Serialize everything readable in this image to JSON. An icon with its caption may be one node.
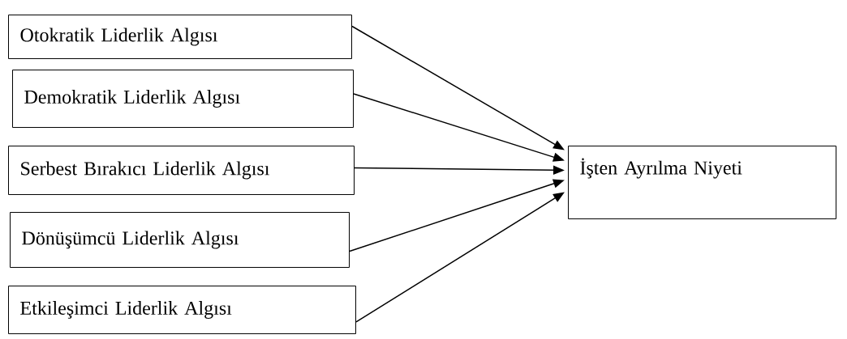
{
  "diagram": {
    "nodes": [
      {
        "text": [
          "Otokratik Liderlik Algısı"
        ]
      },
      {
        "text": [
          "Demokratik Liderlik Algısı"
        ]
      },
      {
        "text": [
          "Serbest Bırakıcı Liderlik Algısı"
        ]
      },
      {
        "text": [
          "Dönüşümcü Liderlik Algısı"
        ]
      },
      {
        "text": [
          "Etkileşimci Liderlik Algısı"
        ]
      },
      {
        "text": [
          "İşten Ayrılma Niyeti"
        ]
      }
    ],
    "edges": [
      {
        "from": 0,
        "to": 5,
        "arrow": "to"
      },
      {
        "from": 1,
        "to": 5,
        "arrow": "to"
      },
      {
        "from": 2,
        "to": 5,
        "arrow": "to"
      },
      {
        "from": 3,
        "to": 5,
        "arrow": "to"
      },
      {
        "from": 4,
        "to": 5,
        "arrow": "to"
      }
    ]
  }
}
